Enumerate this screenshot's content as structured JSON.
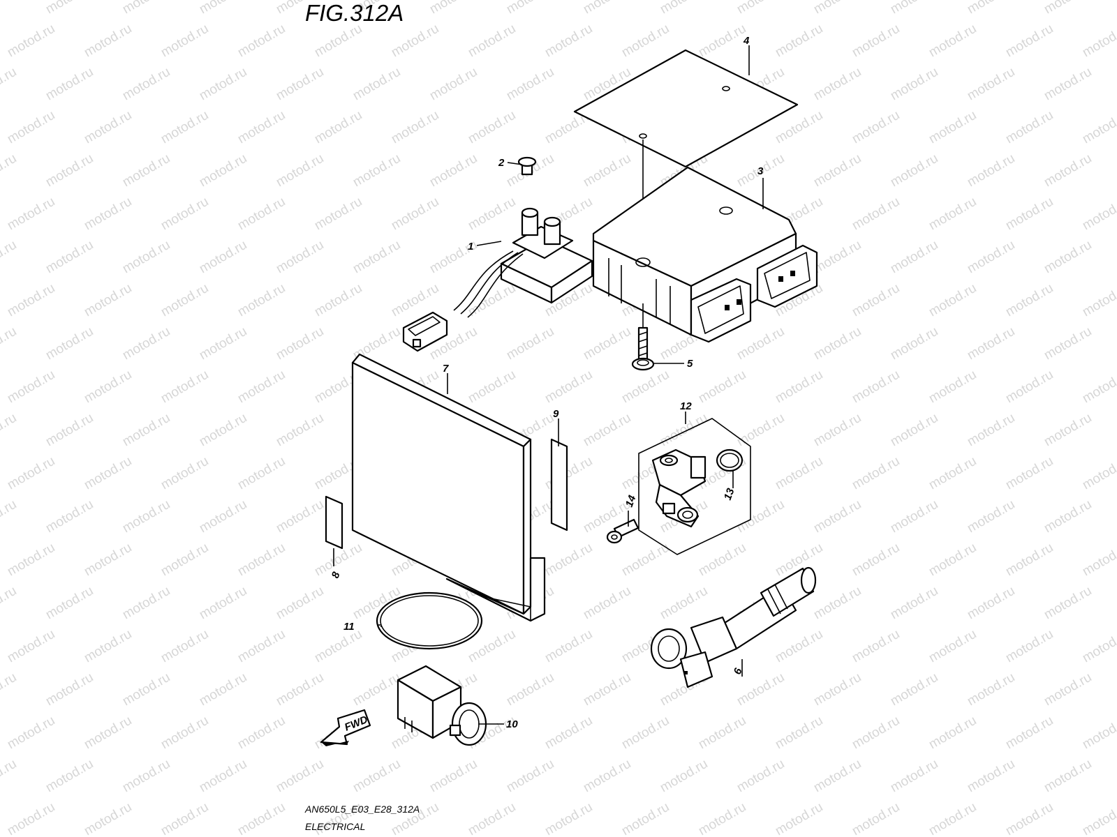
{
  "figure": {
    "title": "FIG.312A"
  },
  "watermark": {
    "text": "motod.ru"
  },
  "footer": {
    "code": "AN650L5_E03_E28_312A",
    "section": "ELECTRICAL"
  },
  "direction": {
    "label": "FWD"
  },
  "callouts": [
    {
      "id": "1",
      "label": "1"
    },
    {
      "id": "2",
      "label": "2"
    },
    {
      "id": "3",
      "label": "3"
    },
    {
      "id": "4",
      "label": "4"
    },
    {
      "id": "5",
      "label": "5"
    },
    {
      "id": "6",
      "label": "6"
    },
    {
      "id": "7",
      "label": "7"
    },
    {
      "id": "8",
      "label": "8"
    },
    {
      "id": "9",
      "label": "9"
    },
    {
      "id": "10",
      "label": "10"
    },
    {
      "id": "11",
      "label": "11"
    },
    {
      "id": "12",
      "label": "12"
    },
    {
      "id": "13",
      "label": "13"
    },
    {
      "id": "14",
      "label": "14"
    }
  ]
}
